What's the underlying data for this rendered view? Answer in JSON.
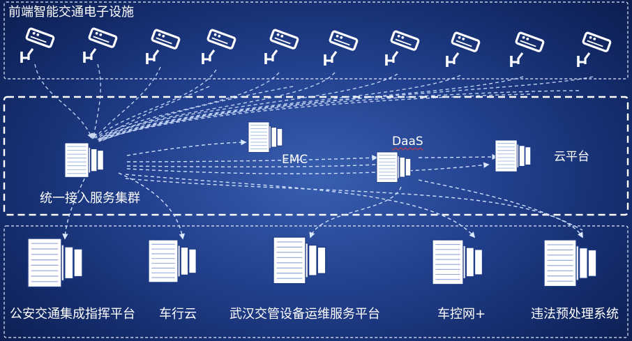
{
  "top_section": {
    "title": "前端智能交通电子设施",
    "camera_icon": "surveillance-camera-icon",
    "camera_count": 10
  },
  "middle_section": {
    "cluster_label": "统一接入服务集群",
    "emc_label": "EMC",
    "daas_label": "DaaS",
    "cloud_label": "云平台",
    "server_icon": "server-rack-icon"
  },
  "bottom_section": {
    "platforms": [
      "公安交通集成指挥平台",
      "车行云",
      "武汉交管设备运维服务平台",
      "车控网+",
      "违法预处理系统"
    ]
  },
  "colors": {
    "background": "#132a68",
    "line": "#cfe0ff",
    "icon": "#ffffff"
  }
}
